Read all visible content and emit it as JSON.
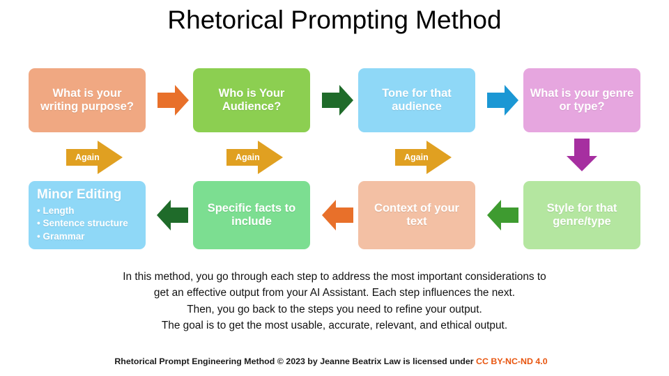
{
  "title": "Rhetorical Prompting Method",
  "steps": [
    {
      "id": "purpose",
      "label": "What is your writing purpose?",
      "color": "#F0A882"
    },
    {
      "id": "audience",
      "label": "Who is Your Audience?",
      "color": "#8CCF51"
    },
    {
      "id": "tone",
      "label": "Tone for that audience",
      "color": "#8FD8F7"
    },
    {
      "id": "genre",
      "label": "What is your genre or type?",
      "color": "#E6A6DF"
    },
    {
      "id": "style",
      "label": "Style for that genre/type",
      "color": "#B4E6A0"
    },
    {
      "id": "context",
      "label": "Context of your text",
      "color": "#F3C0A4"
    },
    {
      "id": "facts",
      "label": "Specific facts to include",
      "color": "#7CDE91"
    },
    {
      "id": "editing",
      "label": "Minor Editing",
      "color": "#8FD8F7",
      "bullets": [
        "Length",
        "Sentence structure",
        "Grammar"
      ]
    }
  ],
  "connectors": [
    {
      "id": "purpose-to-audience",
      "direction": "right",
      "color": "#E8702A"
    },
    {
      "id": "audience-to-tone",
      "direction": "right",
      "color": "#1F6B2A"
    },
    {
      "id": "tone-to-genre",
      "direction": "right",
      "color": "#1B97D4"
    },
    {
      "id": "genre-to-style",
      "direction": "down",
      "color": "#A62FA0"
    },
    {
      "id": "style-to-context",
      "direction": "left",
      "color": "#3E9B30"
    },
    {
      "id": "context-to-facts",
      "direction": "left",
      "color": "#E8702A"
    },
    {
      "id": "facts-to-editing",
      "direction": "left",
      "color": "#1F6B2A"
    }
  ],
  "again_arrows": [
    {
      "id": "again-purpose",
      "label": "Again",
      "color": "#E0A021"
    },
    {
      "id": "again-audience",
      "label": "Again",
      "color": "#E0A021"
    },
    {
      "id": "again-tone",
      "label": "Again",
      "color": "#E0A021"
    }
  ],
  "body": {
    "lines": [
      "In this method, you go through each step to address the most important considerations to",
      "get an effective output from your AI Assistant. Each step influences the next.",
      "Then, you go back to the steps you need to refine your output.",
      "The goal is to get the most usable, accurate, relevant, and ethical output."
    ]
  },
  "footer": {
    "text": "Rhetorical Prompt Engineering Method © 2023 by Jeanne Beatrix Law is licensed under",
    "license": "CC BY-NC-ND 4.0",
    "license_color": "#E8550F"
  }
}
